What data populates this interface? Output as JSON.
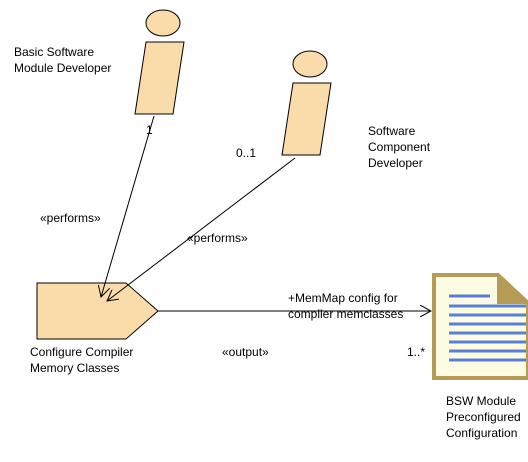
{
  "diagram": {
    "roles": {
      "bsw_module_developer": {
        "line1": "Basic Software",
        "line2": "Module Developer",
        "multiplicity": "1"
      },
      "software_component_developer": {
        "line1": "Software",
        "line2": "Component",
        "line3": "Developer",
        "multiplicity": "0..1"
      }
    },
    "task": {
      "line1": "Configure Compiler",
      "line2": "Memory Classes"
    },
    "artifact": {
      "line1": "BSW Module",
      "line2": "Preconfigured",
      "line3": "Configuration"
    },
    "relations": {
      "performs_bsw": "«performs»",
      "performs_swc": "«performs»",
      "output": "«output»",
      "output_role_line1": "+MemMap config for",
      "output_role_line2": "compiler memclasses",
      "output_multiplicity": "1..*"
    },
    "colors": {
      "role_fill": "#fadcaa",
      "task_fill": "#fadcaa",
      "document_fill": "#fefbe3",
      "document_border": "#b59b56",
      "document_lines": "#5b7fd6",
      "stroke": "#000000"
    }
  }
}
